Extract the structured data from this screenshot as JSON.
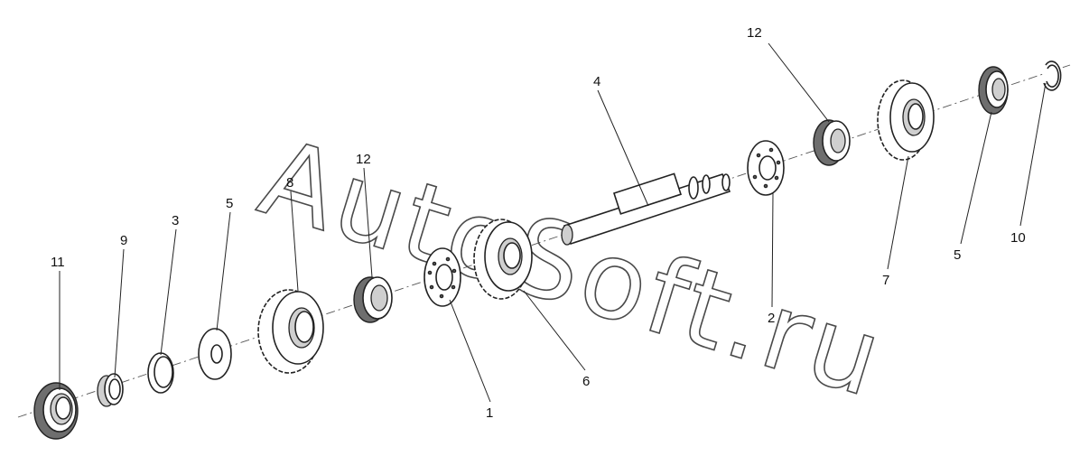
{
  "watermark": "AutoSoft.ru",
  "callouts": {
    "c11": "11",
    "c9": "9",
    "c3": "3",
    "c5a": "5",
    "c8": "8",
    "c12a": "12",
    "c1": "1",
    "c6": "6",
    "c4": "4",
    "c2": "2",
    "c12b": "12",
    "c7": "7",
    "c5b": "5",
    "c10": "10"
  }
}
